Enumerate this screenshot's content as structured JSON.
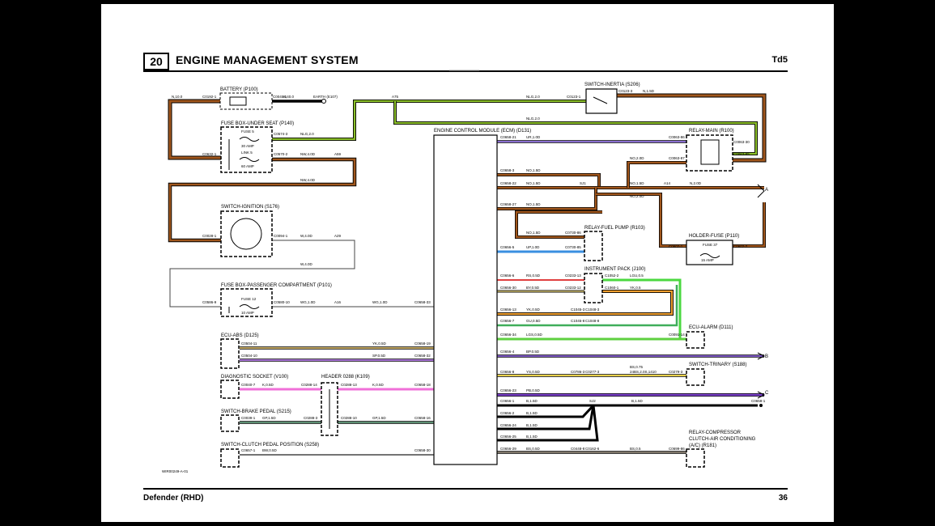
{
  "header": {
    "section_number": "20",
    "title": "ENGINE MANAGEMENT SYSTEM",
    "model_code": "Td5"
  },
  "footer": {
    "model": "Defender (RHD)",
    "page": "36"
  },
  "diagram_ref": "WIR00249-A-01",
  "components": {
    "battery": "BATTERY (P100)",
    "fusebox_seat": "FUSE BOX-UNDER SEAT (P140)",
    "fuse5": "FUSE 5",
    "fuse5_amp": "30 AMP",
    "link5": "LINK 5",
    "link5_amp": "60 AMP",
    "ignition": "SWITCH-IGNITION (S176)",
    "fusebox_pass": "FUSE BOX-PASSENGER COMPARTMENT (P101)",
    "fuse12": "FUSE 12",
    "fuse12_amp": "10 AMP",
    "abs": "ECU-ABS (D125)",
    "diag": "DIAGNOSTIC SOCKET (V100)",
    "header288": "HEADER 0288 (K109)",
    "brake": "SWITCH-BRAKE PEDAL (S215)",
    "clutch": "SWITCH-CLUTCH PEDAL POSITION (S258)",
    "ecm": "ENGINE CONTROL MODULE (ECM) (D131)",
    "inertia": "SWITCH-INERTIA (S206)",
    "relay_main": "RELAY-MAIN (R100)",
    "relay_fuel": "RELAY-FUEL PUMP (R103)",
    "holder_fuse": "HOLDER-FUSE (P110)",
    "fuse37": "FUSE 37",
    "fuse37_amp": "15 AMP",
    "instrument": "INSTRUMENT PACK (J100)",
    "alarm": "ECU-ALARM (D111)",
    "trinary": "SWITCH-TRINARY (S188)",
    "compressor_1": "RELAY-COMPRESSOR",
    "compressor_2": "CLUTCH-AIR CONDITIONING",
    "compressor_3": "(A/C) (R181)"
  },
  "connectors": {
    "c0192": "C0192-1",
    "c0045": "C0045-1",
    "earth": "EARTH (E107)",
    "c0574": "C0574-3",
    "c0632": "C0632-1",
    "c0570": "C0570-2",
    "c0028": "C0028-1",
    "c0094": "C0094-1",
    "c0586": "C0586-9",
    "c0580": "C0580-10",
    "c0658_33": "C0658-33",
    "c0504_11": "C0504-11",
    "c0504_10": "C0504-10",
    "c0658_19": "C0658-19",
    "c0658_32": "C0658-32",
    "c0040": "C0040-7",
    "c0288_14": "C0288-14",
    "c0288_13": "C0288-13",
    "c0658_18": "C0658-18",
    "c0039": "C0039-1",
    "c0288_3": "C0288-3",
    "c0288_10": "C0288-10",
    "c0658_16": "C0658-16",
    "c0657": "C0657-1",
    "c0658_30": "C0658-30",
    "c0123_1": "C0123-1",
    "c0123_3": "C0123-3",
    "c0063_86": "C0063-86",
    "c0063_30": "C0063-30",
    "c0063_87": "C0063-87",
    "c0063_85": "C0063-85",
    "c0658_21": "C0658-21",
    "c0658_3": "C0658-3",
    "c0658_22": "C0658-22",
    "c0658_27": "C0658-27",
    "c0730_86": "C0730-86",
    "c0730_85": "C0730-85",
    "c0656_5": "C0656-5",
    "c0602_1": "C0602-1",
    "c0602_2": "C0602-2",
    "c0656_6": "C0656-6",
    "c0233_13": "C0233-13",
    "c1052": "C1052-2",
    "c0656_30": "C0656-30",
    "c0233_12": "C0233-12",
    "c1060": "C1060-1",
    "c0656_13": "C0656-13",
    "c1045_3": "C1045-3",
    "c1048_3": "C1048-3",
    "c0656_7": "C0656-7",
    "c1045_8": "C1045-8",
    "c1048_8": "C1048-8",
    "c0656_34": "C0656-34",
    "c0091": "C0091-14",
    "c0656_4": "C0656-4",
    "c0656_8": "C0656-8",
    "c0786": "C0786-3",
    "c0277": "C0277-3",
    "c0279": "C0279-3",
    "c0656_23": "C0656-23",
    "c0656_1": "C0656-1",
    "c0658_1": "C0658-1",
    "c0656_2": "C0656-2",
    "c0656_24": "C0656-24",
    "c0656_25": "C0656-25",
    "c0656_29": "C0656-29",
    "c0448": "C0448-8",
    "c0162": "C0162-6",
    "c0699": "C0699-86"
  },
  "wires": {
    "n10": "N,10.0",
    "b40": "B,40.0",
    "a75": "A75",
    "nlg20": "NLG,2.0",
    "nlg20b": "NLG,2.0",
    "n15": "N,1.5D",
    "nlg20c": "NLG,2.0",
    "nw40": "NW,4.0D",
    "a59": "A59",
    "nw40b": "NW,4.0D",
    "w40": "W,4.0D",
    "a29": "A29",
    "w40b": "W,4.0D",
    "wg10": "WG,1.0D",
    "a16": "A16",
    "wg10b": "WG,1.0D",
    "yk05": "YK,0.5D",
    "sp05": "SP,0.5D",
    "k05": "K,0.5D",
    "k05b": "K,0.5D",
    "gp05": "GP,1.5D",
    "gp05b": "GP,1.5D",
    "bw05": "BW,0.5D",
    "ur10": "UR,1.0D",
    "no15": "NO,1.5D",
    "no15b": "NO,1.5D",
    "no15c": "NO,1.5D",
    "sj1": "SJ1",
    "no20": "NO,2.0D",
    "no15d": "NO,1.5D",
    "a14": "A14",
    "no20b": "NO,2.0D",
    "n20": "N,2.0D",
    "no15e": "NO,1.5D",
    "up10": "UP,1.0D",
    "rs05": "RS,0.5D",
    "lgu05": "LGU,0.5",
    "by05": "BY,0.5D",
    "yk05b": "YK,0.5",
    "yk05c": "YK,0.5D",
    "gu05": "GU,0.5D",
    "lgs05": "LGS,0.5D",
    "bp05": "BP,0.5D",
    "ys05": "YS,0.5D",
    "bs075": "BS,0.75",
    "bs075b": "24BS,2.0S,1410",
    "pb05": "PB,0.5D",
    "b15": "B,1.5D",
    "sj2": "SJ2",
    "b15b": "B,1.5D",
    "b15c": "B,1.5D",
    "b15d": "B,1.5D",
    "b15e": "B,1.5D",
    "bs05": "BS,0.5D",
    "bs05b": "BS,0.5"
  },
  "edge_refs": {
    "a": "A",
    "b": "B",
    "c": "C"
  }
}
